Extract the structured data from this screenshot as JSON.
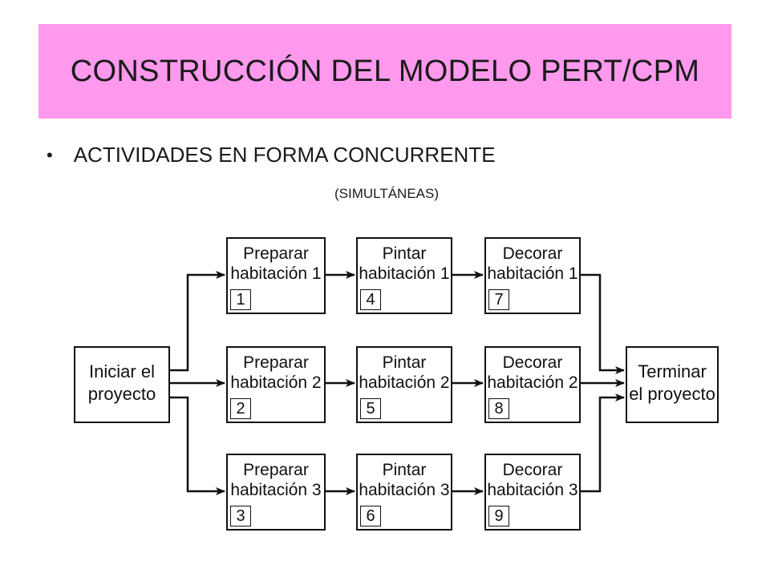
{
  "header": {
    "title": "CONSTRUCCIÓN DEL MODELO PERT/CPM"
  },
  "content": {
    "bullet": "ACTIVIDADES EN FORMA CONCURRENTE",
    "subtitle": "(SIMULTÁNEAS)"
  },
  "diagram": {
    "start": {
      "label": "Iniciar el\nproyecto"
    },
    "end": {
      "label": "Terminar\nel proyecto"
    },
    "activities": [
      {
        "label": "Preparar\nhabitación 1",
        "number": "1"
      },
      {
        "label": "Pintar\nhabitación 1",
        "number": "4"
      },
      {
        "label": "Decorar\nhabitación 1",
        "number": "7"
      },
      {
        "label": "Preparar\nhabitación 2",
        "number": "2"
      },
      {
        "label": "Pintar\nhabitación 2",
        "number": "5"
      },
      {
        "label": "Decorar\nhabitación 2",
        "number": "8"
      },
      {
        "label": "Preparar\nhabitación 3",
        "number": "3"
      },
      {
        "label": "Pintar\nhabitación 3",
        "number": "6"
      },
      {
        "label": "Decorar\nhabitación 3",
        "number": "9"
      }
    ]
  }
}
